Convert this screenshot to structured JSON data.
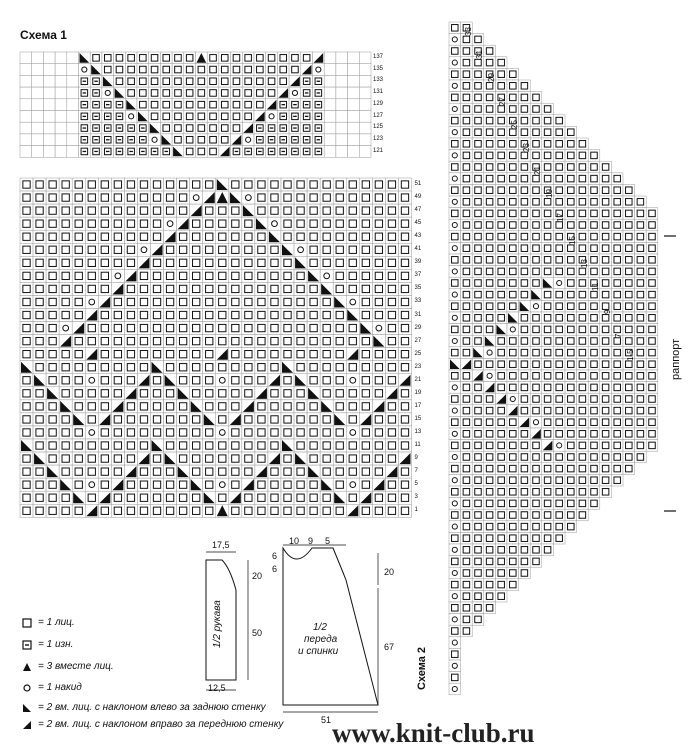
{
  "scheme1": {
    "title": "Схема 1",
    "top_rows": [
      "137",
      "135",
      "133",
      "131",
      "129",
      "127",
      "125",
      "123",
      "121"
    ],
    "main_rows": [
      "51",
      "49",
      "47",
      "45",
      "43",
      "41",
      "39",
      "37",
      "35",
      "33",
      "31",
      "29",
      "27",
      "25",
      "23",
      "21",
      "19",
      "17",
      "15",
      "13",
      "11",
      "9",
      "7",
      "5",
      "3",
      "1"
    ]
  },
  "scheme2": {
    "title": "Схема 2",
    "step_labels": [
      "33",
      "31",
      "29",
      "27",
      "25",
      "23",
      "21",
      "19",
      "17",
      "15",
      "13",
      "11",
      "9",
      "7",
      "1-5"
    ],
    "rapport_label": "раппорт"
  },
  "sleeve": {
    "label": "1/2 рукава",
    "width_top": "17,5",
    "cap_height": "20",
    "length": "50",
    "width_bottom": "12,5"
  },
  "body_piece": {
    "label_line1": "1/2",
    "label_line2": "переда",
    "label_line3": "и спинки",
    "neck_widths": [
      "10",
      "9",
      "5"
    ],
    "neck_depths": [
      "6",
      "6"
    ],
    "armhole": "20",
    "length": "67",
    "width_bottom": "51"
  },
  "legend": [
    {
      "symbol": "square",
      "text": "= 1 лиц."
    },
    {
      "symbol": "square-dash",
      "text": "= 1 изн."
    },
    {
      "symbol": "triangle",
      "text": "= 3 вместе лиц."
    },
    {
      "symbol": "circle",
      "text": "= 1 накид"
    },
    {
      "symbol": "slant-left",
      "text": "= 2 вм. лиц. с наклоном влево за заднюю стенку"
    },
    {
      "symbol": "slant-right",
      "text": "= 2 вм. лиц. с наклоном вправо за переднюю стенку"
    }
  ],
  "watermark": "www.knit-club.ru"
}
